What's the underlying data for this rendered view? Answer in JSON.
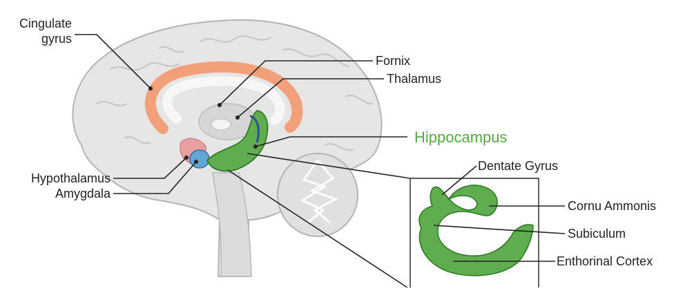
{
  "labels": {
    "cingulate_line1": "Cingulate",
    "cingulate_line2": "gyrus",
    "fornix": "Fornix",
    "thalamus": "Thalamus",
    "hippocampus": "Hippocampus",
    "hypothalamus": "Hypothalamus",
    "amygdala": "Amygdala",
    "dentate_gyrus": "Dentate Gyrus",
    "cornu_ammonis": "Cornu Ammonis",
    "subiculum": "Subiculum",
    "enthorinal_cortex": "Enthorinal Cortex"
  },
  "colors": {
    "brain": "#e6e6e6",
    "brain_outline": "#b3b3b3",
    "cingulate": "#f2a07a",
    "hippocampus": "#5fad4e",
    "hippocampus_outline": "#2f7a25",
    "amygdala": "#5fa8d8",
    "hypothalamus": "#e8a0a0",
    "hippocampus_label": "#56a845",
    "text": "#222222"
  }
}
